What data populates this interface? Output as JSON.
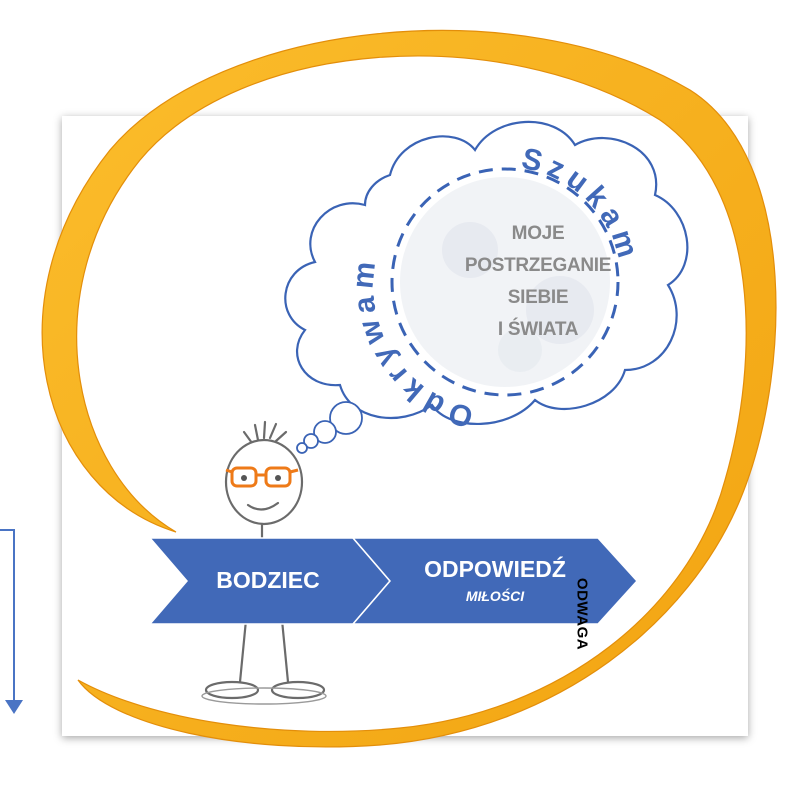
{
  "cloud": {
    "text_lines": [
      "MOJE",
      "POSTRZEGANIE",
      "SIEBIE",
      "I ŚWIATA"
    ],
    "arc_top_word": "Szukam",
    "arc_left_word": "Odkrywam"
  },
  "process": {
    "stimulus": "BODZIEC",
    "response": "ODPOWIEDŹ",
    "response_sub": "MIŁOŚCI"
  },
  "side_label": "ODWAGA",
  "colors": {
    "chevron_blue": "#4169b8",
    "cloud_outline": "#3a63b5",
    "arc_text": "#4169b8",
    "loop_orange": "#f5ac1c",
    "loop_edge": "#e38e0a",
    "glasses_orange": "#ee7a18",
    "bracket_blue": "#4a74c4"
  }
}
